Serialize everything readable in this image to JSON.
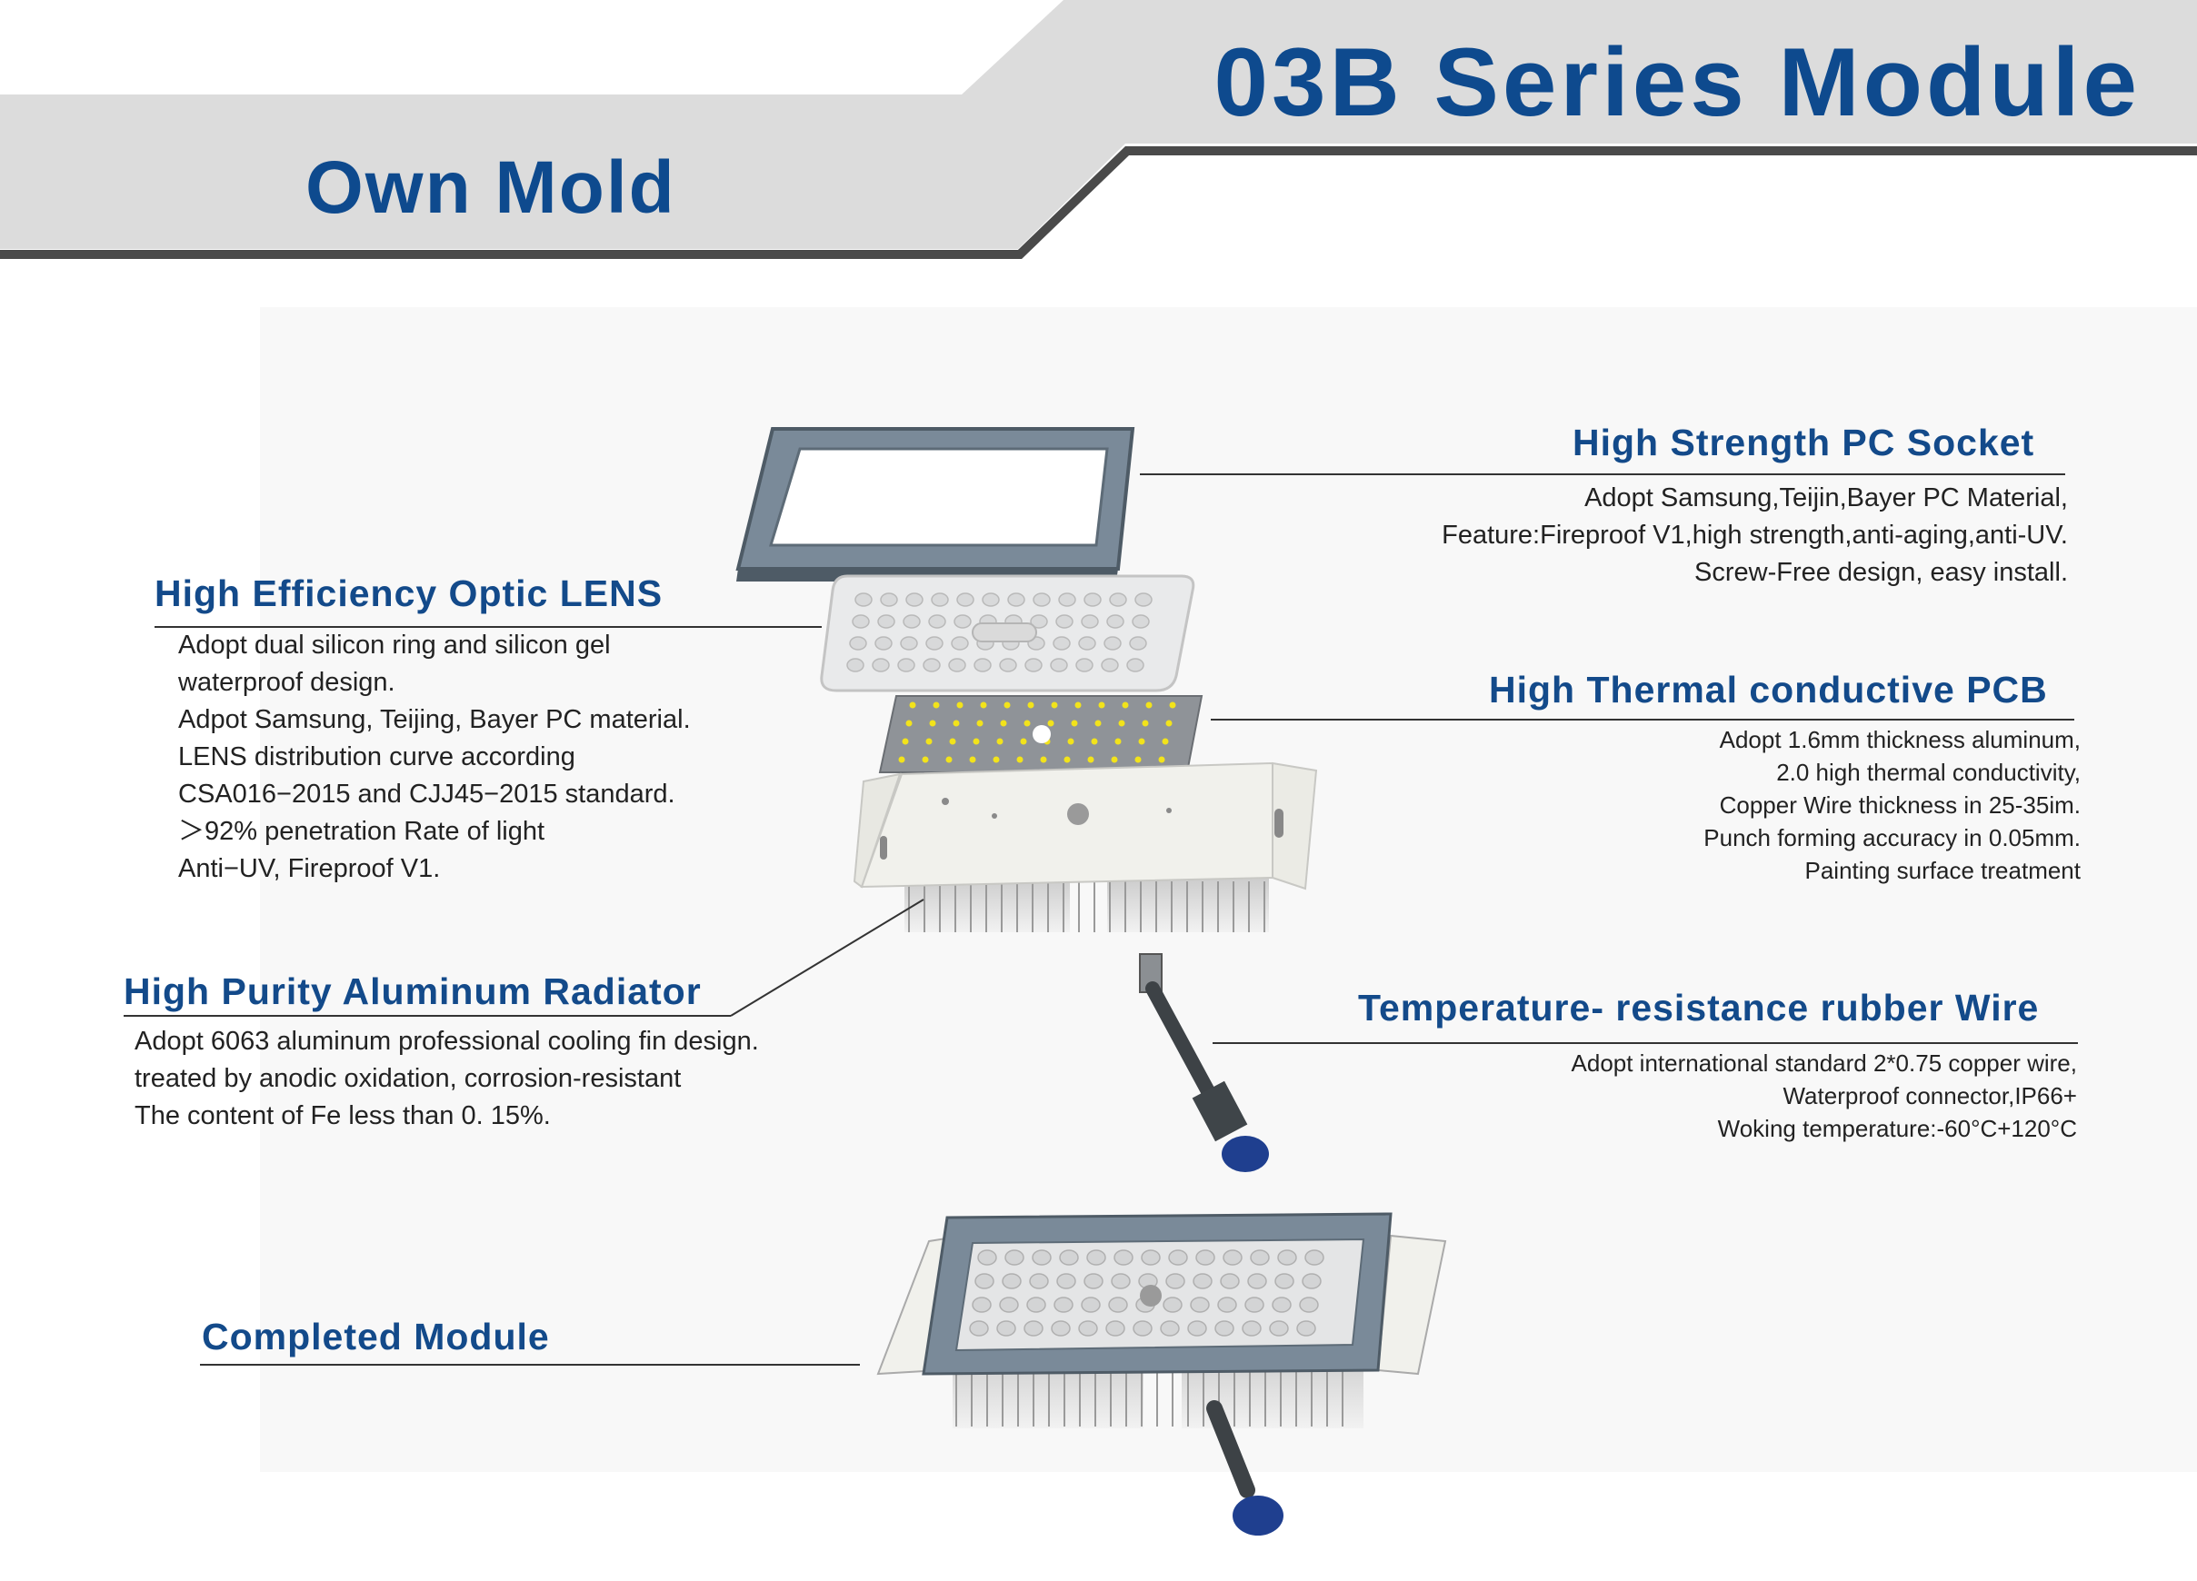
{
  "header": {
    "title": "03B Series Module",
    "subtitle": "Own Mold"
  },
  "features": {
    "socket": {
      "title": "High Strength PC Socket",
      "lines": [
        "Adopt Samsung,Teijin,Bayer PC Material,",
        "Feature:Fireproof V1,high strength,anti-aging,anti-UV.",
        "Screw-Free design, easy install."
      ]
    },
    "lens": {
      "title": "High Efficiency Optic LENS",
      "lines": [
        "Adopt dual  silicon  ring  and  silicon  gel",
        "waterproof  design.",
        "Adpot  Samsung,  Teijing,  Bayer  PC  material.",
        "LENS  distribution  curve  according",
        "CSA016−2015  and  CJJ45−2015  standard.",
        "＞92%  penetration  Rate  of  light",
        "Anti−UV,  Fireproof  V1."
      ]
    },
    "pcb": {
      "title": "High Thermal conductive PCB",
      "lines": [
        "Adopt 1.6mm thickness aluminum,",
        "2.0  high thermal conductivity,",
        "Copper Wire thickness in 25-35im.",
        "Punch  forming  accuracy in 0.05mm.",
        "Painting  surface  treatment"
      ]
    },
    "radiator": {
      "title": "High Purity Aluminum Radiator",
      "lines": [
        "Adopt 6063 aluminum professional cooling fin design.",
        "treated by anodic oxidation, corrosion-resistant",
        "The  content  of  Fe  less  than  0. 15%."
      ]
    },
    "wire": {
      "title": "Temperature- resistance rubber Wire",
      "lines": [
        "Adopt international standard 2*0.75 copper wire,",
        "Waterproof connector,IP66+",
        "Woking temperature:-60°C+120°C"
      ]
    },
    "completed": {
      "title": "Completed Module"
    }
  },
  "colors": {
    "title_blue": "#0e4a8e",
    "header_gray": "#dcdcdc",
    "header_dark_stripe": "#4a4a4a",
    "led_yellow": "#f2e31b",
    "socket_gray": "#7a8a99",
    "connector_blue": "#1f3f8f"
  }
}
